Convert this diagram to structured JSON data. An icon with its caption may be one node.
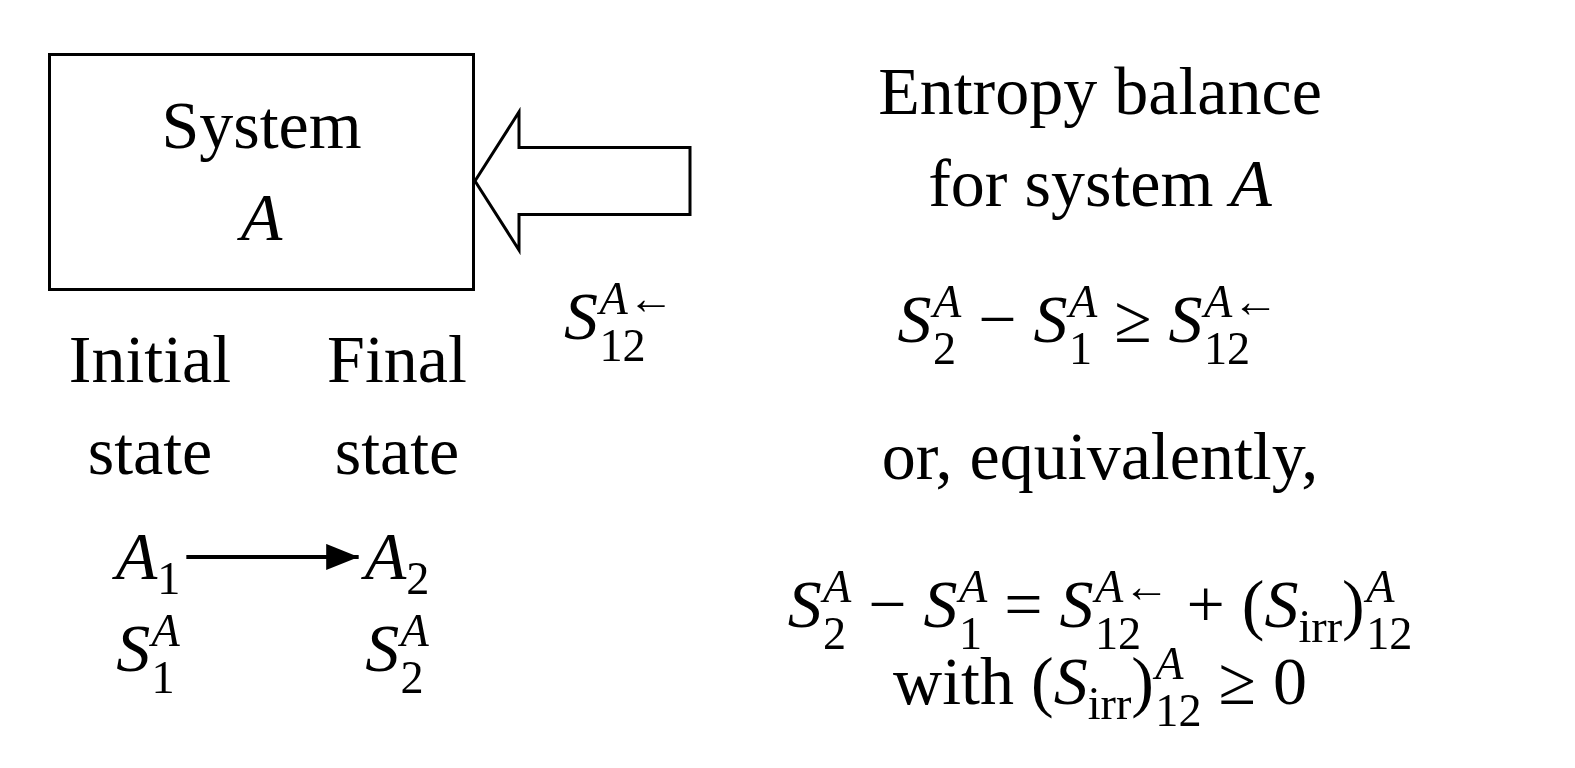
{
  "diagram": {
    "nodes": [
      {
        "text": [
          "System *A*"
        ]
      },
      {
        "text": [
          "*A*$_{1}$"
        ],
        "beside": [
          "Initial state",
          "*S*$^{A}$$_{1}$"
        ]
      },
      {
        "text": [
          "*A*$_{2}$"
        ],
        "beside": [
          "Final state",
          "*S*$^{A}$$_{2}$"
        ]
      }
    ],
    "edges": [
      {
        "from": null,
        "to": 0,
        "arrow": "to",
        "label": "*S*$^{A←}$$_{12}$",
        "style": "thick"
      },
      {
        "from": 1,
        "to": 2,
        "arrow": "to"
      }
    ],
    "labels": [
      "Entropy balance for system *A*",
      "*S*$^{A}$$_{2}$ − *S*$^{A}$$_{1}$ ≥ *S*$^{A←}$$_{12}$",
      "or, equivalently,",
      "*S*$^{A}$$_{2}$ − *S*$^{A}$$_{1}$ = *S*$^{A←}$$_{12}$ + (*S*$_{irr}$)$^{A}$$_{12}$",
      "with (*S*$_{irr}$)$^{A}$$_{12}$ ≥ 0"
    ]
  }
}
